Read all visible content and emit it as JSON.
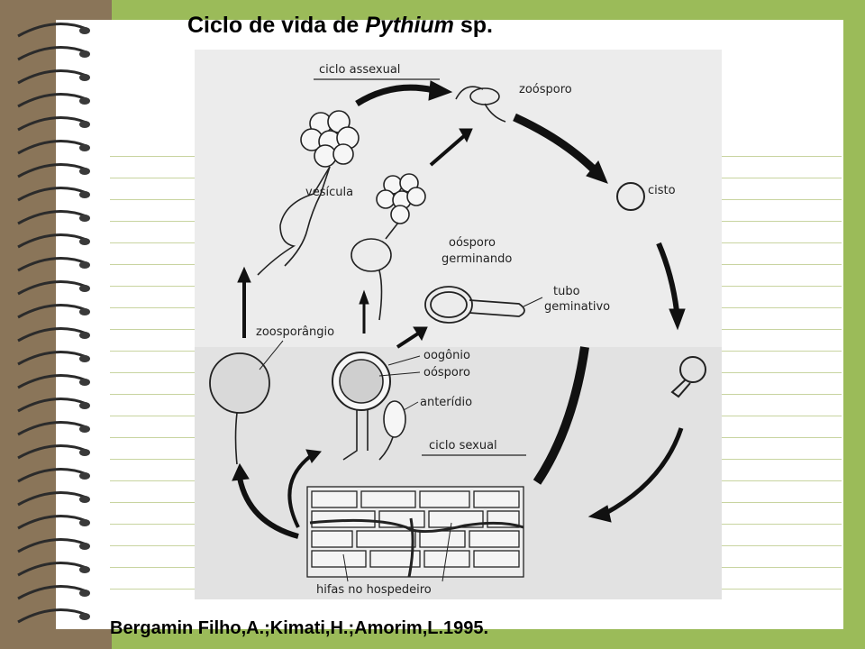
{
  "slide": {
    "title_main": "Ciclo de vida de ",
    "title_italic": "Pythium",
    "title_end": " sp.",
    "credit": "Bergamin Filho,A.;Kimati,H.;Amorim,L.1995."
  },
  "diagram": {
    "labels": {
      "ciclo_assexual": "ciclo assexual",
      "zoosporo": "zoósporo",
      "cisto": "cisto",
      "vesicula": "vesícula",
      "oosporo_1": "oósporo",
      "oosporo_2": "germinando",
      "tubo_1": "tubo",
      "tubo_2": "geminativo",
      "zoosporangio": "zoosporângio",
      "oogonio": "oogônio",
      "oosporo": "oósporo",
      "anteridio": "anterídio",
      "ciclo_sexual": "ciclo sexual",
      "hifas": "hifas no hospedeiro"
    }
  }
}
